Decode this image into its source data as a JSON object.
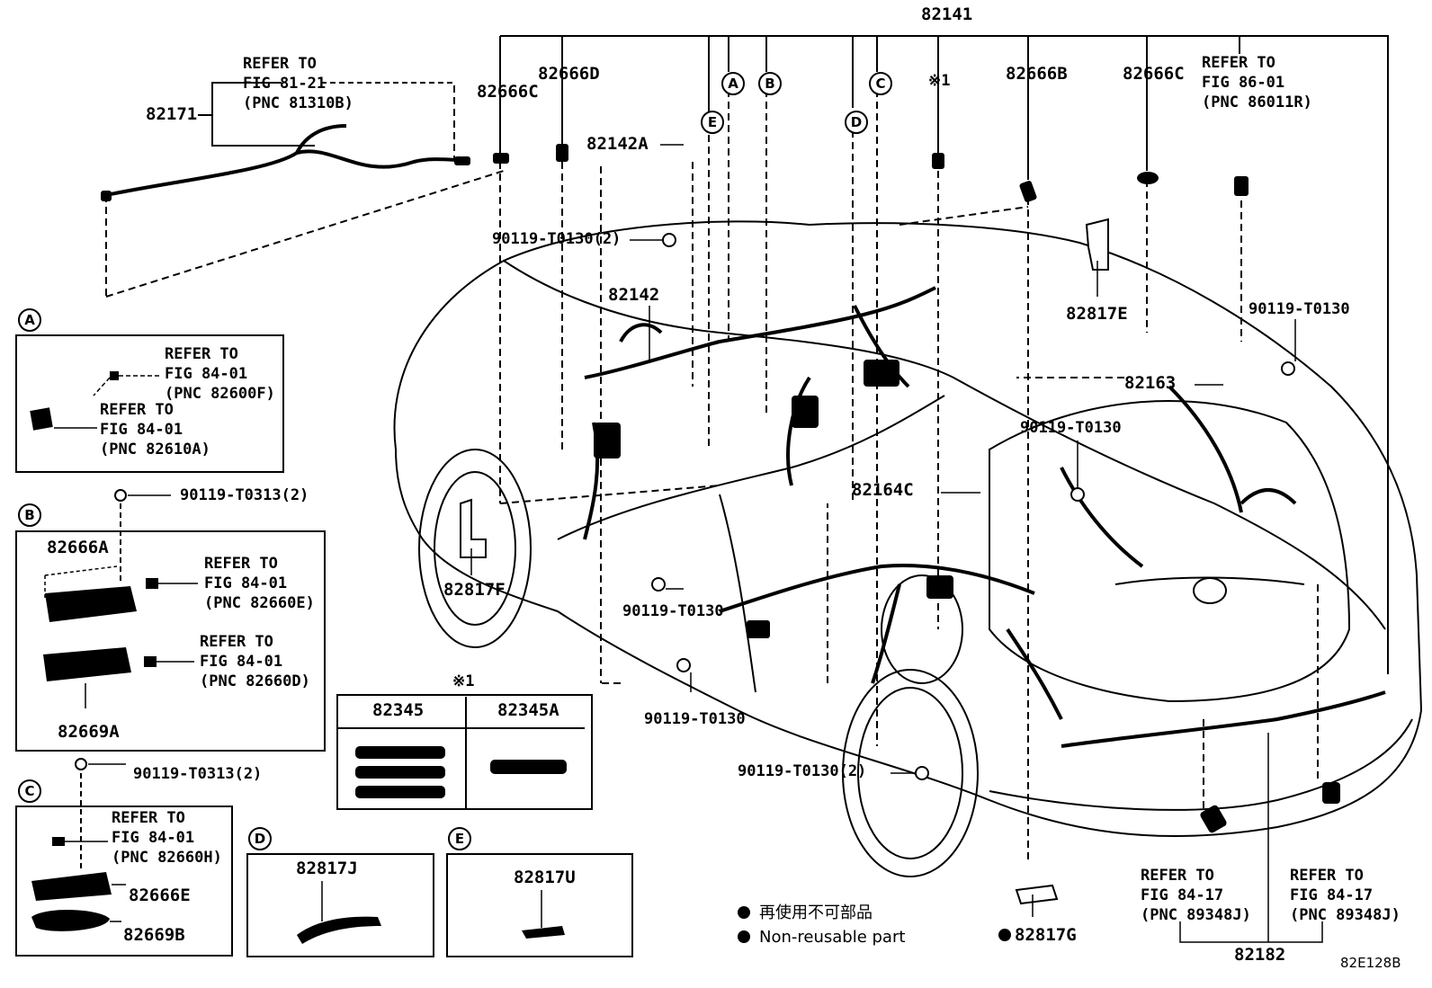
{
  "diagram_code": "82E128B",
  "parts": {
    "p82141": "82141",
    "p82171": "82171",
    "p82666C_a": "82666C",
    "p82666D": "82666D",
    "p82142A": "82142A",
    "p82666B": "82666B",
    "p82666C_b": "82666C",
    "p82142": "82142",
    "p82817E": "82817E",
    "p82163": "82163",
    "p82164C": "82164C",
    "p82817F": "82817F",
    "p82817G": "82817G",
    "p82182": "82182",
    "b90119_T0130_2_a": "90119-T0130(2)",
    "b90119_T0130_a": "90119-T0130",
    "b90119_T0130_b": "90119-T0130",
    "b90119_T0130_c": "90119-T0130",
    "b90119_T0130_d": "90119-T0130",
    "b90119_T0130_2_b": "90119-T0130(2)",
    "note_mark": "※1"
  },
  "refs": {
    "top_left": [
      "REFER TO",
      "FIG 81-21",
      "(PNC 81310B)"
    ],
    "top_right": [
      "REFER TO",
      "FIG 86-01",
      "(PNC 86011R)"
    ],
    "bottom_1": [
      "REFER TO",
      "FIG 84-17",
      "(PNC 89348J)"
    ],
    "bottom_2": [
      "REFER TO",
      "FIG 84-17",
      "(PNC 89348J)"
    ]
  },
  "detail_a": {
    "label": "A",
    "ref1": [
      "REFER TO",
      "FIG 84-01",
      "(PNC 82600F)"
    ],
    "ref2": [
      "REFER TO",
      "FIG 84-01",
      "(PNC 82610A)"
    ]
  },
  "detail_b": {
    "label": "B",
    "bolt": "90119-T0313(2)",
    "part1": "82666A",
    "part2": "82669A",
    "ref1": [
      "REFER TO",
      "FIG 84-01",
      "(PNC 82660E)"
    ],
    "ref2": [
      "REFER TO",
      "FIG 84-01",
      "(PNC 82660D)"
    ]
  },
  "detail_c": {
    "label": "C",
    "bolt": "90119-T0313(2)",
    "part1": "82666E",
    "part2": "82669B",
    "ref1": [
      "REFER TO",
      "FIG 84-01",
      "(PNC 82660H)"
    ]
  },
  "detail_d": {
    "label": "D",
    "part": "82817J"
  },
  "detail_e": {
    "label": "E",
    "part": "82817U"
  },
  "note_table": {
    "mark": "※1",
    "col1": "82345",
    "col2": "82345A"
  },
  "callouts": {
    "A": "A",
    "B": "B",
    "C": "C",
    "D": "D",
    "E": "E"
  },
  "legend": {
    "jp": "再使用不可部品",
    "en": "Non-reusable part"
  }
}
